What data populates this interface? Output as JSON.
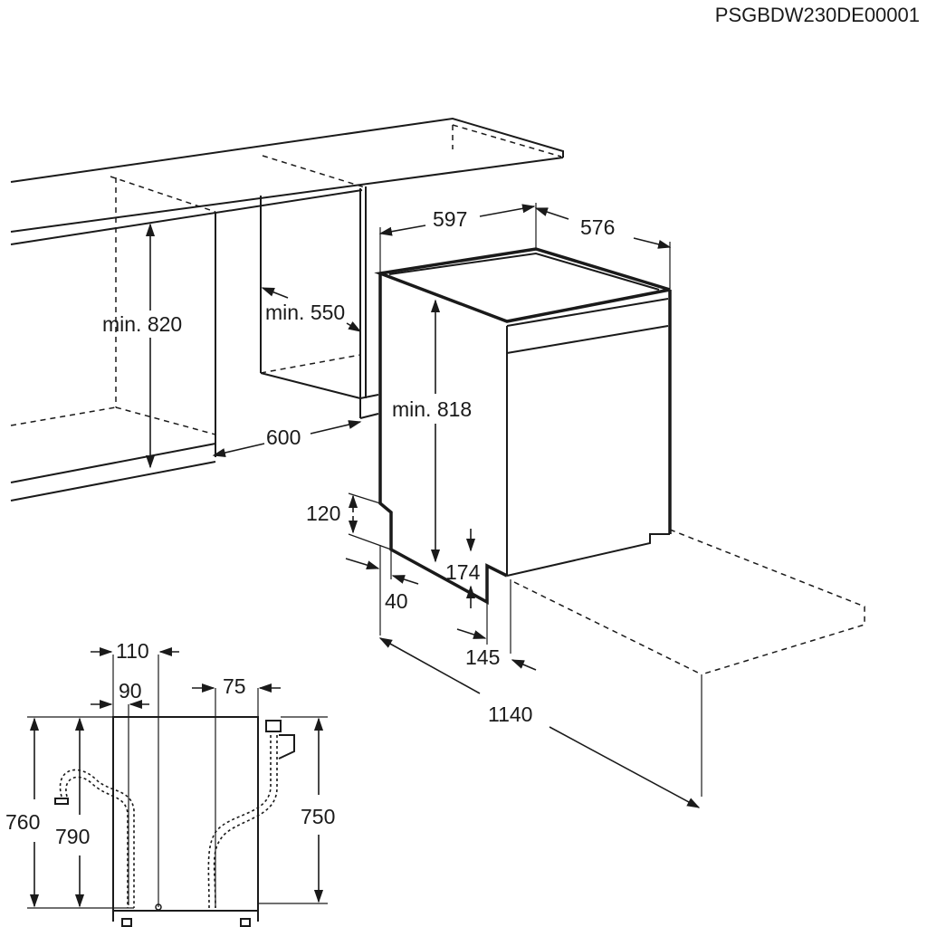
{
  "document_code": "PSGBDW230DE00001",
  "dimensions": {
    "niche_height": "min. 820",
    "niche_depth": "min. 550",
    "niche_width": "600",
    "appliance_width": "597",
    "appliance_depth": "576",
    "appliance_height": "min. 818",
    "plinth_height": "120",
    "plinth_recess": "40",
    "foot_height": "174",
    "foot_offset": "145",
    "door_open_depth": "1140"
  },
  "hose_detail": {
    "left_offset_outer": "110",
    "left_offset_inner": "90",
    "drain_offset": "75",
    "height_left_outer": "760",
    "height_left_inner": "790",
    "height_right": "750"
  }
}
